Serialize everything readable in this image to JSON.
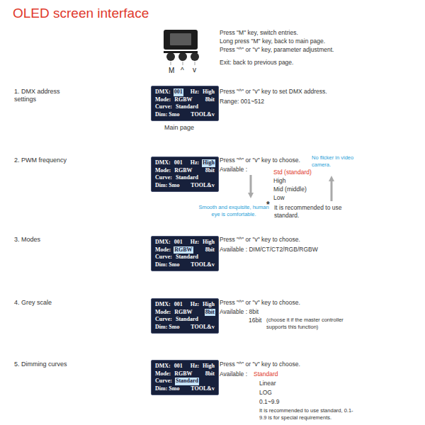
{
  "diagram": {
    "title": "OLED screen interface",
    "nodes": [
      {
        "text": [
          "DMX:",
          "001",
          "Hz:",
          "High",
          "Mode:",
          "RGBW",
          "8bit",
          "Curve:",
          "Standard",
          "Dim: Smo",
          "TOOL&v"
        ]
      },
      {
        "text": [
          "DMX:",
          "001",
          "Hz:",
          "High",
          "Mode:",
          "RGBW",
          "8bit",
          "Curve:",
          "Standard",
          "Dim: Smo",
          "TOOL&v"
        ]
      },
      {
        "text": [
          "DMX:",
          "001",
          "Hz:",
          "High",
          "Mode:",
          "RGBW",
          "8bit",
          "Curve:",
          "Standard",
          "Dim: Smo",
          "TOOL&v"
        ]
      },
      {
        "text": [
          "DMX:",
          "001",
          "Hz:",
          "High",
          "Mode:",
          "RGBW",
          "8bit",
          "Curve:",
          "Standard",
          "Dim: Smo",
          "TOOL&v"
        ]
      },
      {
        "text": [
          "DMX:",
          "001",
          "Hz:",
          "High",
          "Mode:",
          "RGBW",
          "8bit",
          "Curve:",
          "Standard",
          "Dim: Smo",
          "TOOL&v"
        ]
      }
    ],
    "labels": [
      "M",
      "^",
      "v",
      "Press \"M\" key,  switch entries.",
      "Long press \"M\" key, back to main page.",
      "Press \"^\" or \"v\" key, parameter adjustment.",
      "Exit: back to previous page.",
      "1. DMX address settings",
      "Main page",
      "Press \"^\" or \"v\" key to set DMX address.",
      "Range: 001~512",
      "2. PWM frequency",
      "Press \"^\" or \"v\" key to choose.",
      "Available :",
      "Std (standard)",
      "High",
      "Mid (middle)",
      "Low",
      "No flicker in video camera.",
      "Smooth and exquisite, human eye is comfortable.",
      "*",
      "It is recommended to use standard.",
      "3. Modes",
      "Press \"^\" or \"v\" key to choose.",
      "Available : DIM/CT/CT2/RGB/RGBW",
      "4. Grey scale",
      "Press \"^\" or \"v\" key to choose.",
      "Available : 8bit",
      "16bit",
      "(choose it if the master controller supports this function)",
      "5. Dimming curves",
      "Press \"^\" or \"v\" key to choose.",
      "Available :",
      "Standard",
      "Linear",
      "LOG",
      "0.1~9.9",
      "It is recommended to use standard, 0.1-9.9 is for special requirements."
    ]
  }
}
